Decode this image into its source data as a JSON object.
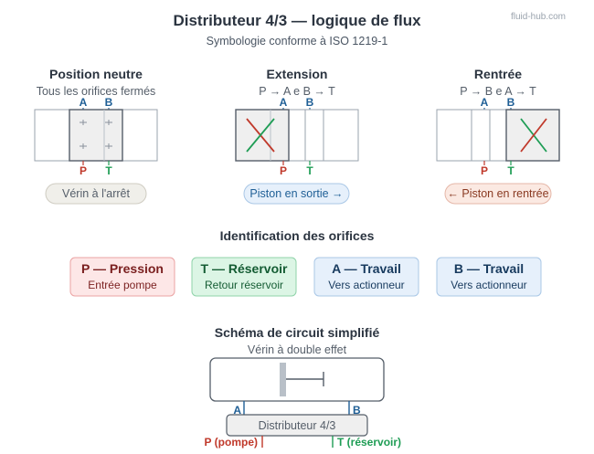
{
  "header": {
    "title": "Distributeur 4/3 — logique de flux",
    "subtitle": "Symbologie conforme à ISO 1219-1",
    "brand": "fluid-hub.com"
  },
  "positions": [
    {
      "title": "Position neutre",
      "desc": "Tous les orifices fermés",
      "port_a": "A",
      "port_b": "B",
      "port_p": "P",
      "port_t": "T",
      "status": "Vérin à l'arrêt",
      "active": 1
    },
    {
      "title": "Extension",
      "desc": "P → A e B → T",
      "port_a": "A",
      "port_b": "B",
      "port_p": "P",
      "port_t": "T",
      "status": "Piston en sortie →",
      "active": 0
    },
    {
      "title": "Rentrée",
      "desc": "P → B e A → T",
      "port_a": "A",
      "port_b": "B",
      "port_p": "P",
      "port_t": "T",
      "status": "← Piston en rentrée",
      "active": 2
    }
  ],
  "ports_section": {
    "title": "Identification des orifices",
    "cards": [
      {
        "title": "P — Pression",
        "sub": "Entrée pompe"
      },
      {
        "title": "T — Réservoir",
        "sub": "Retour réservoir"
      },
      {
        "title": "A — Travail",
        "sub": "Vers actionneur"
      },
      {
        "title": "B — Travail",
        "sub": "Vers actionneur"
      }
    ]
  },
  "circuit": {
    "title": "Schéma de circuit simplifié",
    "subtitle": "Vérin à double effet",
    "valve_label": "Distributeur 4/3",
    "label_a": "A",
    "label_b": "B",
    "label_p": "P (pompe)",
    "label_t": "T (réservoir)"
  },
  "colors": {
    "pressure": "#c0392b",
    "tank": "#1f9d55",
    "work": "#1f5f96",
    "text": "#2b3440",
    "neutral_fill": "#f0efea",
    "sortie_fill": "#e6f0fb",
    "rentree_fill": "#fbe9e2"
  }
}
